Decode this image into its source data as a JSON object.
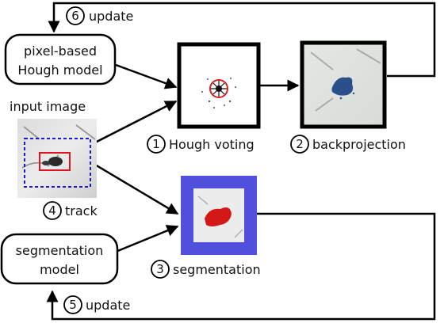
{
  "nodes": {
    "hough_model": {
      "line1": "pixel-based",
      "line2": "Hough model"
    },
    "input": {
      "label": "input image"
    },
    "seg_model": {
      "line1": "segmentation",
      "line2": "model"
    }
  },
  "steps": [
    {
      "num": "1",
      "label": "Hough voting"
    },
    {
      "num": "2",
      "label": "backprojection"
    },
    {
      "num": "3",
      "label": "segmentation"
    },
    {
      "num": "4",
      "label": "track"
    },
    {
      "num": "5",
      "label": "update"
    },
    {
      "num": "6",
      "label": "update"
    }
  ],
  "colors": {
    "line": "#000000",
    "tracking_box": "#e0141e",
    "search_region": "#1a1acc",
    "voting_circle": "#d42020",
    "backprojection": "#2b4f8a",
    "segmentation_blob": "#d41818",
    "segmentation_frame": "#5050dc"
  },
  "icons": [
    "input-image-thumbnail",
    "hough-voting-map",
    "backprojection-map",
    "segmentation-map"
  ]
}
